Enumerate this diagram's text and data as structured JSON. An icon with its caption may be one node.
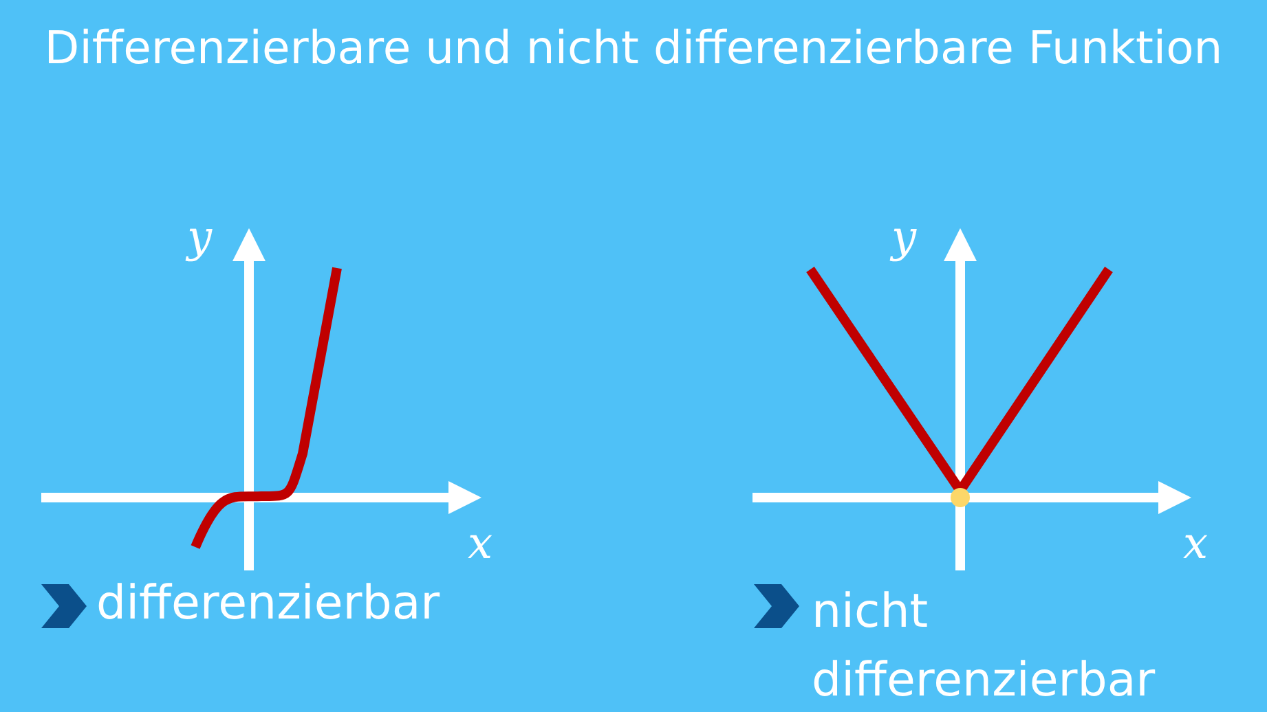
{
  "diagram": {
    "title": "Differenzierbare und nicht differenzierbare Funktion",
    "labels": [
      "y",
      "x",
      "differenzierbar",
      "y",
      "x",
      "nicht differenzierbar"
    ]
  }
}
